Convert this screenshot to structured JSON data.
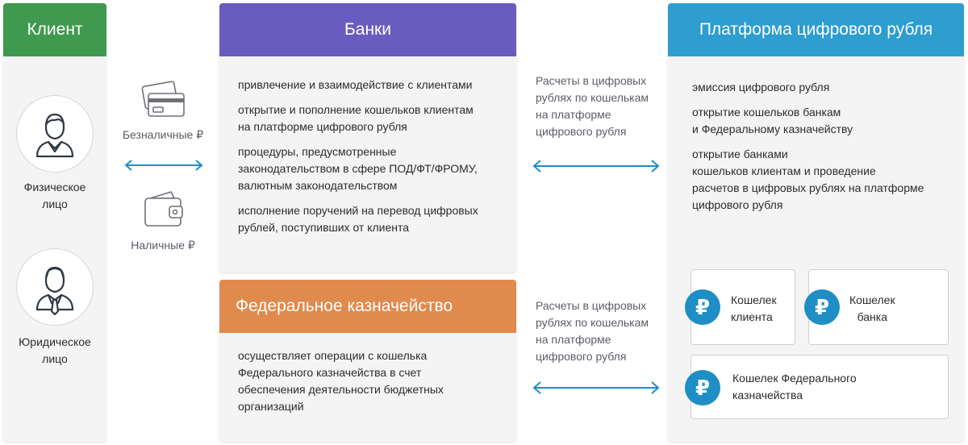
{
  "client": {
    "title": "Клиент",
    "header_color": "#3f9a4f",
    "individual_label_1": "Физическое",
    "individual_label_2": "лицо",
    "legal_label_1": "Юридическое",
    "legal_label_2": "лицо"
  },
  "payments": {
    "cashless_label": "Безналичные ₽",
    "cash_label": "Наличные ₽"
  },
  "banks": {
    "title": "Банки",
    "header_color": "#6a5cbf",
    "items": [
      [
        "привлечение и взаимодействие с клиентами"
      ],
      [
        "открытие и пополнение кошельков клиентам",
        "на платформе цифрового рубля"
      ],
      [
        "процедуры, предусмотренные",
        "законодательством в сфере ПОД/ФТ/ФРОМУ,",
        "валютным законодательством"
      ],
      [
        "исполнение поручений на перевод цифровых",
        "рублей, поступивших от клиента"
      ]
    ]
  },
  "treasury": {
    "title": "Федеральное казначейство",
    "header_color": "#e08a4e",
    "items": [
      [
        "осуществляет операции с кошелька",
        "Федерального казначейства в счет",
        "обеспечения деятельности бюджетных",
        "организаций"
      ]
    ]
  },
  "settlement": {
    "top": [
      "Расчеты в цифровых",
      "рублях по кошелькам",
      "на платформе",
      "цифрового рубля"
    ],
    "bottom": [
      "Расчеты в цифровых",
      "рублях по кошелькам",
      "на платформе",
      "цифрового рубля"
    ]
  },
  "platform": {
    "title": "Платформа цифрового рубля",
    "header_color": "#2e9dcf",
    "items": [
      [
        "эмиссия цифрового рубля"
      ],
      [
        "открытие кошельков банкам",
        "и Федеральному казначейству"
      ],
      [
        "открытие банками",
        "кошельков клиентам и проведение",
        "расчетов в цифровых рублях на платформе",
        "цифрового рубля"
      ]
    ],
    "wallets": {
      "currency_symbol": "₽",
      "client": [
        "Кошелек",
        "клиента"
      ],
      "bank": [
        "Кошелек",
        "банка"
      ],
      "treasury": [
        "Кошелек Федерального",
        "казначейства"
      ]
    }
  },
  "colors": {
    "arrow": "#1f8ec4",
    "icon_stroke": "#2f3a44"
  }
}
